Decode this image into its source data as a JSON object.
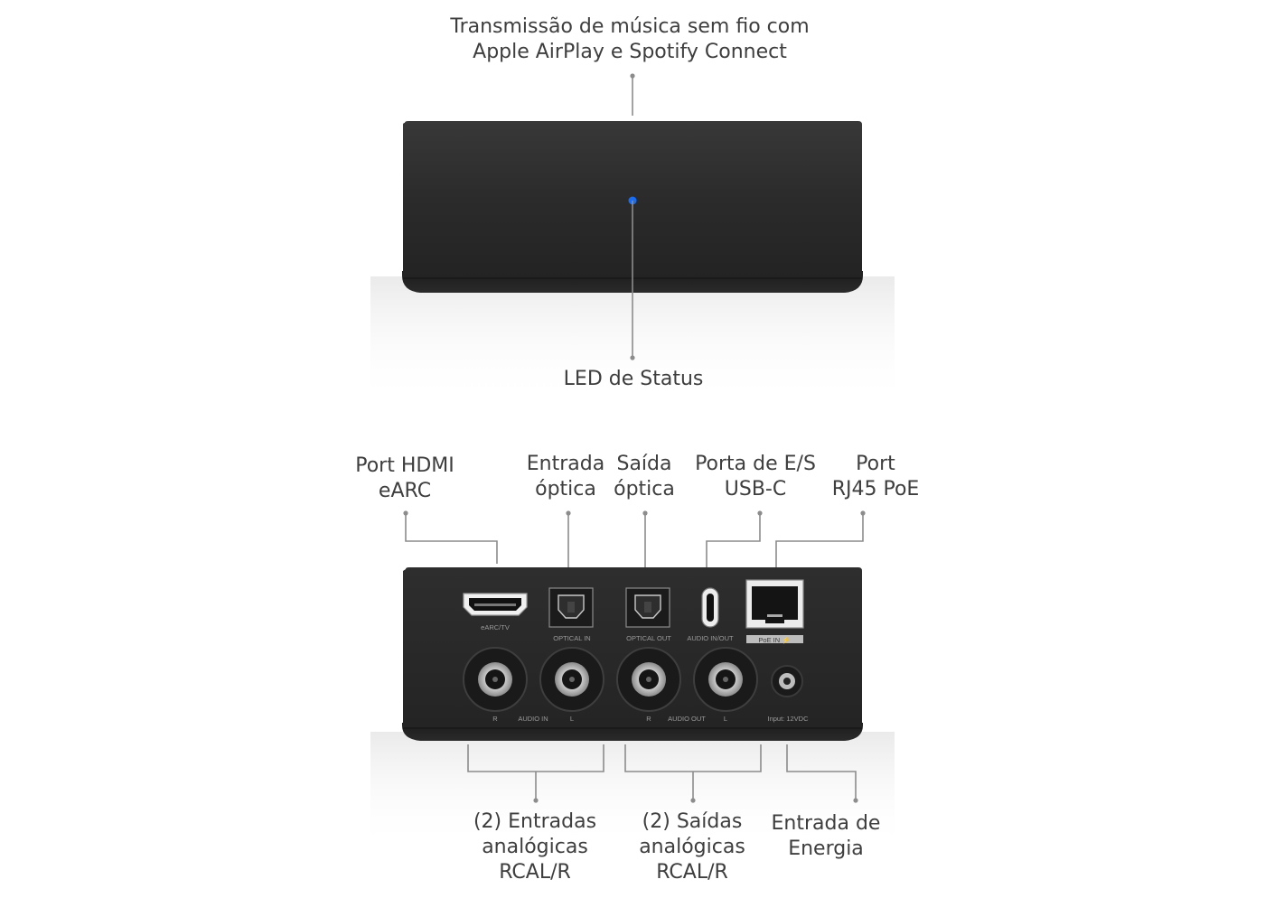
{
  "top_view": {
    "streaming_label": {
      "line1": "Transmissão de música sem fio com",
      "line2": "Apple AirPlay e Spotify Connect"
    },
    "led_label": "LED de Status",
    "led_color": "#1a6cf0"
  },
  "rear_view": {
    "callouts_top": [
      {
        "line1": "Port HDMI",
        "line2": "eARC"
      },
      {
        "line1": "Entrada",
        "line2": "óptica"
      },
      {
        "line1": "Saída",
        "line2": "óptica"
      },
      {
        "line1": "Porta de E/S",
        "line2": "USB-C"
      },
      {
        "line1": "Port",
        "line2": "RJ45 PoE"
      }
    ],
    "callouts_bottom": [
      {
        "line1": "(2) Entradas",
        "line2": "analógicas",
        "line3": "RCAL/R"
      },
      {
        "line1": "(2) Saídas",
        "line2": "analógicas",
        "line3": "RCAL/R"
      },
      {
        "line1": "Entrada de",
        "line2": "Energia"
      }
    ],
    "port_labels": {
      "hdmi": "eARC/TV",
      "optical_in": "OPTICAL IN",
      "optical_out": "OPTICAL OUT",
      "usb": "AUDIO IN/OUT",
      "poe": "PoE IN ⚡",
      "r1": "R",
      "audio_in": "AUDIO IN",
      "l1": "L",
      "r2": "R",
      "audio_out": "AUDIO OUT",
      "l2": "L",
      "power": "Input: 12VDC"
    }
  },
  "colors": {
    "device": "#2a2a2a",
    "leader": "#8c8c8c"
  }
}
